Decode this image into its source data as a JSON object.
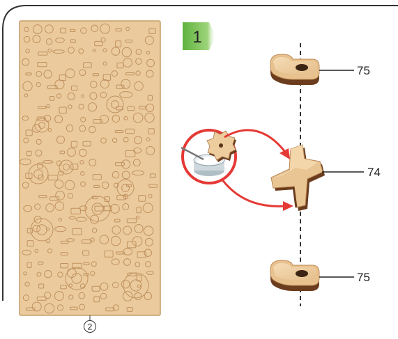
{
  "step": {
    "number": "1",
    "badge_color": "#7cc35a"
  },
  "sheet": {
    "number": "2",
    "wood_color": "#e9c79a",
    "wood_edge": "#c89a62"
  },
  "parts": [
    {
      "id": "top-cam",
      "label": "75"
    },
    {
      "id": "cross-hub",
      "label": "74"
    },
    {
      "id": "bottom-cam",
      "label": "75"
    }
  ],
  "glue_color": "#e53935",
  "icons": [
    "glue-pot-icon",
    "gear-part-icon",
    "arrow-icon"
  ]
}
